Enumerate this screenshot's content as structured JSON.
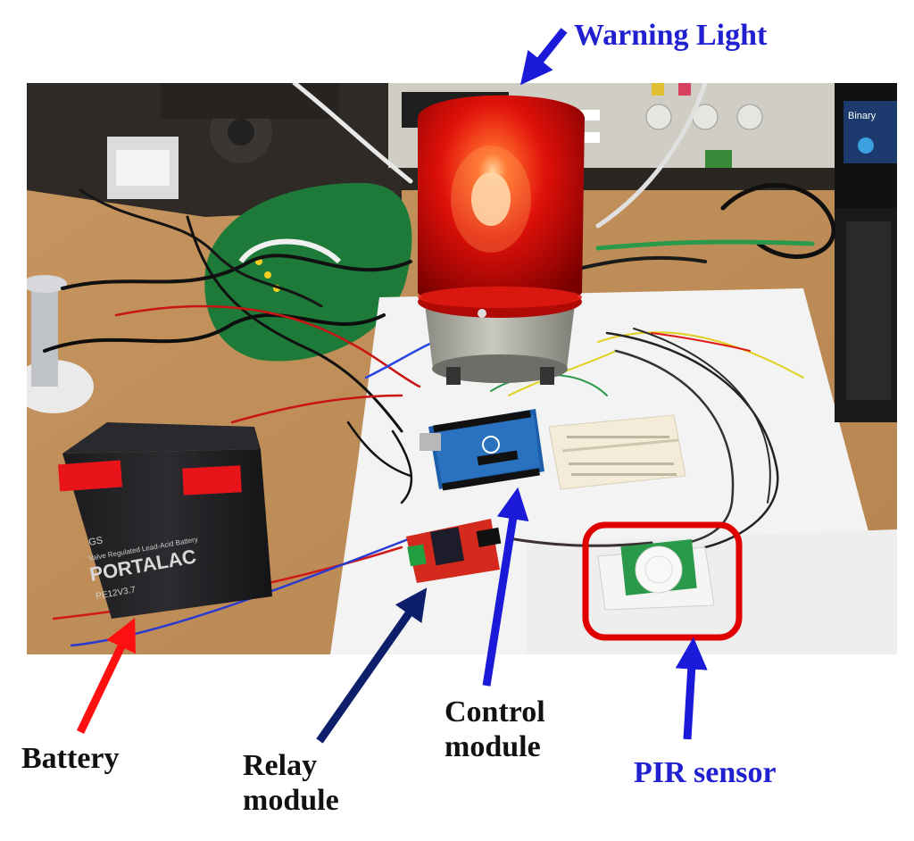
{
  "labels": {
    "warning_light": "Warning Light",
    "battery": "Battery",
    "relay_line1": "Relay",
    "relay_line2": "module",
    "control_line1": "Control",
    "control_line2": "module",
    "pir_sensor": "PIR sensor"
  },
  "photo_text": {
    "battery_brand": "PORTALAC",
    "battery_maker": "GS",
    "battery_model": "PE12V3.7",
    "battery_desc": "Valve Regulated Lead-Acid Battery",
    "laptop_text": "Binary"
  },
  "colors": {
    "label_blue": "#2020d0",
    "label_black": "#111111",
    "arrow_blue": "#1a1ad8",
    "arrow_navy": "#0d1f6b",
    "arrow_red": "#ff1010",
    "highlight_box": "#e00000"
  }
}
